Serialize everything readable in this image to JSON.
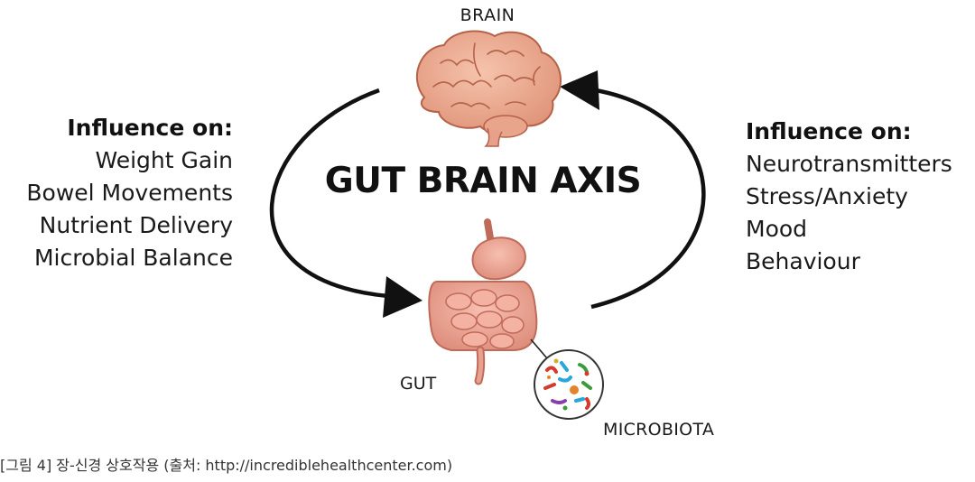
{
  "labels": {
    "brain": "BRAIN",
    "title": "GUT BRAIN AXIS",
    "gut": "GUT",
    "microbiota": "MICROBIOTA"
  },
  "left_panel": {
    "heading": "Influence on:",
    "items": [
      "Weight Gain",
      "Bowel Movements",
      "Nutrient Delivery",
      "Microbial Balance"
    ]
  },
  "right_panel": {
    "heading": "Influence on:",
    "items": [
      "Neurotransmitters",
      "Stress/Anxiety",
      "Mood",
      "Behaviour"
    ]
  },
  "caption": "[그림 4] 장-신경 상호작용 (출처: http://incrediblehealthcenter.com)",
  "colors": {
    "brain": "#e8a48b",
    "brain_outline": "#b5624a",
    "gut": "#eaa090",
    "gut_outline": "#c06a5a",
    "arrow": "#111111"
  }
}
